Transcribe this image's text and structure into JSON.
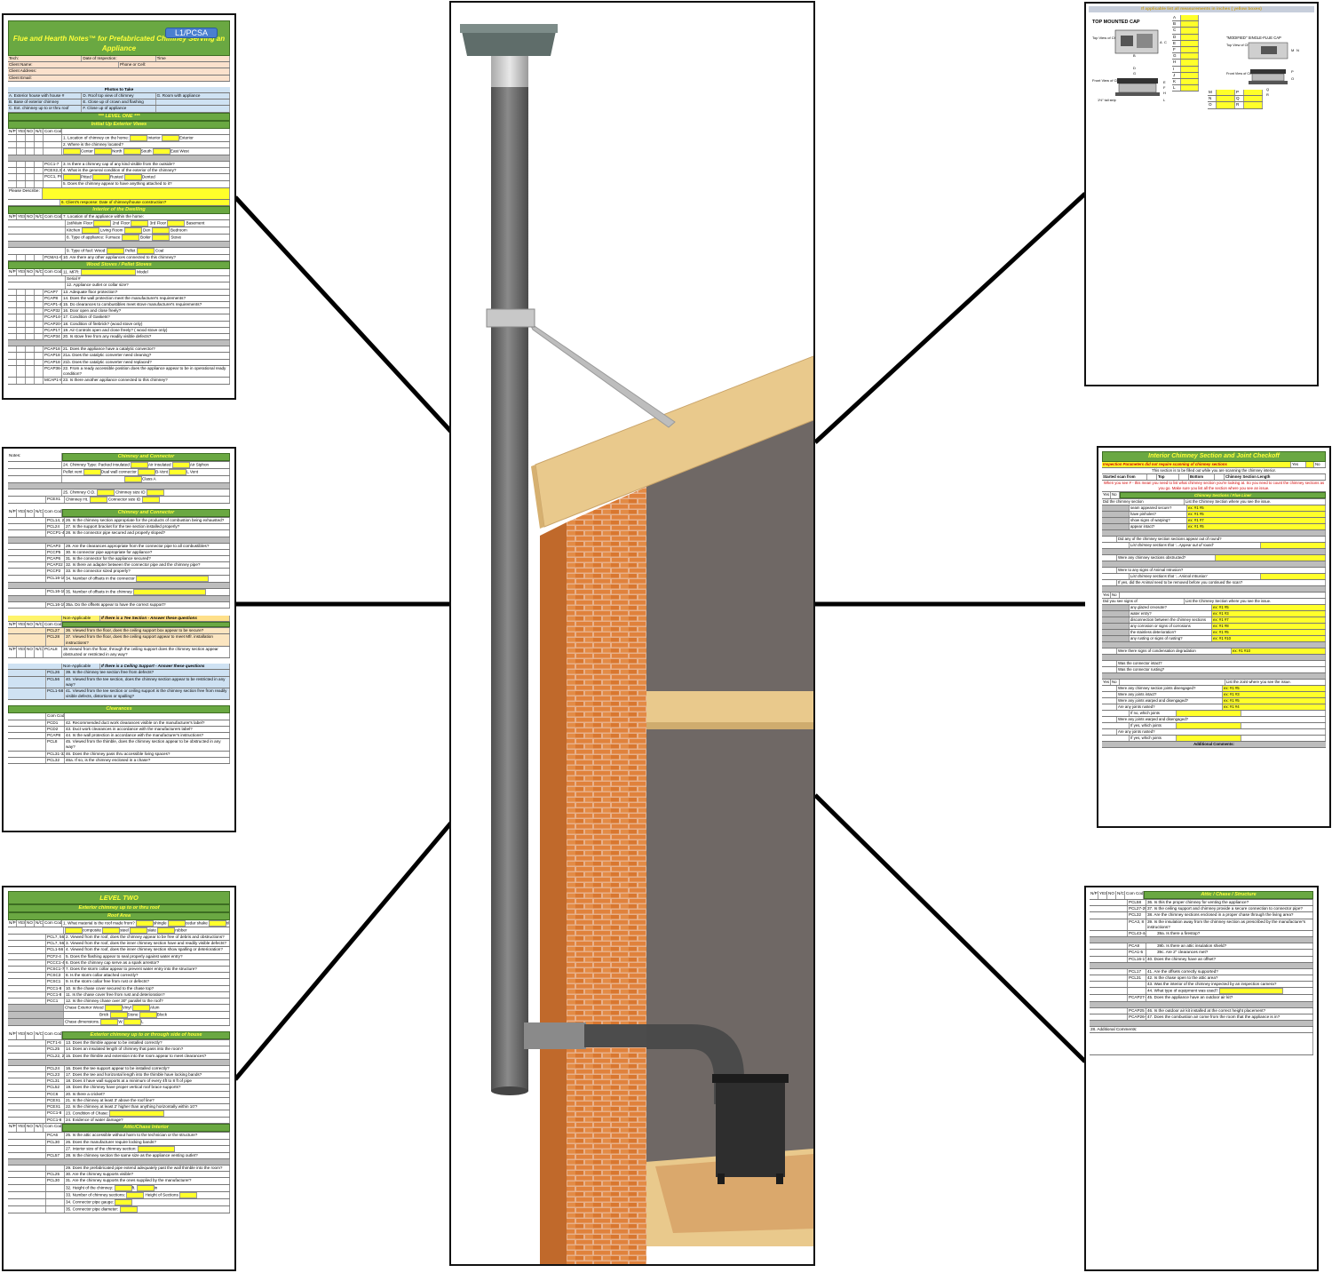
{
  "forms": {
    "l1": {
      "badge": "L1/PCSA",
      "title": "Flue and Hearth Notes™ for Prefabricated Chimney Serving an Appliance",
      "header_fields": [
        "Tech:",
        "Date of Inspection:",
        "Time",
        "Client Name:",
        "Phone or Cell:",
        "Client Address:",
        "Client Email:"
      ],
      "photos_title": "Photos to Take",
      "photos": [
        "A. Exterior house with house #",
        "D. Roof top view of chimney",
        "G. Room with appliance",
        "B. Base of exterior chimney",
        "E. Close up of crown and flashing",
        "C. Ext. chimney up to or thru roof",
        "F. Close up of appliance"
      ],
      "level_label": "*** LEVEL ONE ***",
      "section1": "Initial Up Exterior Views",
      "col_headers": [
        "N/P",
        "YES",
        "NO",
        "N/C",
        "Com Code"
      ],
      "q1": [
        "1. Location of chimney on the home:",
        "Interior",
        "Exterior",
        "2. Where is the chimney located?",
        "Center",
        "North",
        "South",
        "East",
        "West",
        "3. Is there a chimney cap of any kind visible from the outside?",
        "4. What is the general condition of the exterior of the chimney?",
        "Pitted",
        "Rusted",
        "Dented",
        "5. Does the chimney appear to have anything attached to it?",
        "Please Describe:",
        "6. Client's response: Date of chimney/house construction?"
      ],
      "codes1": [
        "PCC1-7",
        "PCEX2,3,",
        "PCC1, PCC15"
      ],
      "section2": "Interior of the Dwelling",
      "q2": [
        "7. Location of the appliance within the home:",
        "1st/Main Floor",
        "2nd Floor",
        "3rd Floor",
        "Basement",
        "Kitchen",
        "Living Room",
        "Den",
        "Bedroom",
        "8. Type of appliance:",
        "Furnace",
        "Boiler",
        "Stove",
        "9. Type of fuel:",
        "Wood",
        "Pellet",
        "Coal",
        "10. Are there any other appliances connected to this chimney?"
      ],
      "codes2": [
        "PCMA1-6"
      ],
      "section3": "Wood Stoves / Pellet Stoves",
      "q3": [
        "11. MFR:",
        "Model",
        "Serial #",
        "12. Appliance outlet or collar size?",
        "13. Adequate floor protection?",
        "14. Does the wall protection meet the manufacturer's requirements?",
        "15. Do clearances to combustibles meet stove manufacturer's requirements?",
        "16. Door open and close freely?",
        "17. Condition of Gaskets?",
        "18. Condition of firebrick? (wood stove only)",
        "19. Air Controls open and close freely? ( wood stove only)",
        "20. Is stove free from any readily visible defects?",
        "21. Does the appliance have a catalytic convector?",
        "21a. Does the catalytic converter need cleaning?",
        "21b. Does the catalytic converter need replaced?",
        "22. From a ready accessible position does the appliance appear to be in operational ready condition?",
        "23. Is there another appliance connected to this chimney?"
      ],
      "codes3": [
        "PCAP7",
        "PCAP8",
        "PCAP1-4",
        "PCAP32",
        "PCAP14-17",
        "PCAP20-21",
        "PCAP17",
        "PCAP34",
        "PCAP18",
        "PCAP18",
        "PCAP18",
        "PCAP36-35",
        "MCAP1-8"
      ]
    },
    "l1b": {
      "notes": "Notes:",
      "section": "Chimney and Connector",
      "q": [
        "24. Chimney Type:",
        "Packed Insulated",
        "Air Insulated",
        "Air Siphon",
        "Pellet vent",
        "Dual wall connector",
        "B-Vent",
        "L Vent",
        "Class A",
        "25. Chimney O.D.",
        "Chimney size ID",
        "Chimney Ht.",
        "Connector size ID",
        "26. Is the chimney section appropriate for the products of combustion being exhausted?",
        "27. Is the support bracket for the tee section installed properly?",
        "28. Is the connector pipe secured and properly sloped?",
        "29. Are the clearances appropriate from the connector pipe to all combustibles?",
        "30. Is connector pipe appropriate for appliance?",
        "31. Is the connector for the appliance secured?",
        "32. Is there an adapter between the connector pipe and the chimney pipe?",
        "33. Is the connector sized properly?",
        "34. Number of offsets in the connector",
        "35. Number of offsets in the chimney",
        "35a. Do the offsets appear to have the correct support?",
        "Non-Applicable",
        "If there is a Tee Section - Answer these questions",
        "36. Viewed from the floor, does the ceiling support box appear to be secure?",
        "37. Viewed from the floor, does the ceiling support appear to meet Mfr. installation instructions?",
        "38.Viewed from the floor, through the ceiling support does the chimney section appear obstructed or restricted in any way?",
        "If there is a Ceiling Support - Answer these questions",
        "39. Is the chimney tee section free from defects?",
        "40. Viewed from the tee section, does the chimney section appear to be restricted in any way?",
        "41. Viewed from the tee section or ceiling support is the chimney section free from readily visible defects, distortions or spalling?",
        "Clearances",
        "42. Recommended duct work clearances visible on the manufacturer's label?",
        "43. Duct work clearances in accordance with the manufacturers label?",
        "44. Is the wall protection in accordance with the manufacturer's instructions?",
        "45. Viewed from the thimble, does the chimney section appear to be obstructed in any way?",
        "46. Does the chimney pass thru accessible living spaces?",
        "46a. If so, is the chimney enclosed in a chase?"
      ],
      "codes": [
        "PCEX1",
        "PCL14, 20",
        "PCL24",
        "PCCP1-4",
        "PCAP3",
        "PCCP5",
        "PCAP6",
        "PCAP22",
        "PCCP2",
        "PCL16-18",
        "PCL16-18",
        "PCL16-19",
        "PCL27",
        "PCL28",
        "PCAL8",
        "PCL26",
        "PCL56",
        "PCL1-58",
        "PCD1",
        "PCD2",
        "PCAP8",
        "PCL8",
        "PCL31-32",
        "PCL32"
      ]
    },
    "l2": {
      "level": "LEVEL TWO",
      "subtitle": "Exterior chimney up to or thru roof",
      "roof": "Roof Area",
      "q": [
        "1. What material is the roof made from?",
        "shingle",
        "cedar shake",
        "tile",
        "composite",
        "steel",
        "slate",
        "rubber",
        "2. Viewed from the roof, does the chimney appear to be free of debris and obstructions?",
        "3. Viewed from the roof, does the inner chimney section have and readily visible defects?",
        "4. Viewed from the roof, does the inner chimney section show spalling or deterioration?",
        "5. Does the flashing appear to seal properly against water entry?",
        "6. Does the chimney cap serve as a spark arrestor?",
        "7. Does the storm collar appear to prevent water entry into the structure?",
        "8. Is the storm collar attached correctly?",
        "9. Is the storm collar free from rust or defects?",
        "10. Is the chase cover secured to the chase top?",
        "11. Is the chase cover free from rust and deterioration?",
        "12. Is the chimney chase over 30\" parallel to the roof?",
        "Chase Exterior",
        "Wood",
        "Vinyl",
        "Alum",
        "Brick",
        "Stone",
        "Block",
        "Chase dimensions.",
        "W",
        "L",
        "Exterior chimney up to or through side of house",
        "13. Does the thimble appear to be installed correctly?",
        "14. Does an insulated length of chimney that pass into the room?",
        "15. Does the thimble and extension into the room appear to meet clearances?",
        "16. Does the tee support appear to be installed correctly?",
        "17. Does the tee and horizontal length into the thimble have locking bands?",
        "18. Does it have wall supports at a minimum of every 4ft to 8 ft of pipe",
        "19. Does the chimney have proper vertical roof brace supports?",
        "20. Is there a cricket?",
        "21. Is the chimney at least 3' above the roof line?",
        "22. Is the chimney at least 2' higher than anything horizontally within 10'?",
        "23. Condition of Chase:",
        "24. Evidence of water damage?",
        "Attic/Chase Interior",
        "25. Is the attic accessible without harm to the technician or the structure?",
        "26. Does the manufacturer require locking bands?",
        "27. Interior size of the chimney section:",
        "28. Is the chimney section the same size as the appliance venting outlet?",
        "29. Does the prefabricated pipe extend adequately past the wall thimble into the room?",
        "30. Are the chimney supports visible?",
        "31. Are the chimney supports the ones supplied by the manufacturer?",
        "32. Height of the chimney:",
        "ft.",
        "in",
        "33. Number of chimney sections:",
        "Height of Sections",
        "34. Connector pipe gauge:",
        "35. Connector pipe diameter:"
      ],
      "codes": [
        "PCL7, 56",
        "PCL7, 56",
        "PCL1-56",
        "PCF2-4",
        "PCCC1-4",
        "PCSC1-7",
        "PCSC3",
        "PCSC1",
        "PCC1-8",
        "PCC1-8",
        "PCC1",
        "PCT1-6",
        "PCL25",
        "PCL22, 26",
        "PCL24",
        "PCL23",
        "PCL31",
        "PCL52",
        "PCC6",
        "PCEX1",
        "PCEX1",
        "PCC1-8",
        "PCC1-8",
        "PCA6",
        "PCL30",
        "PCL57",
        "PCL25",
        "PCL30",
        "PCL28"
      ]
    },
    "cap": {
      "banner": "If applicable list all measurements in inches ( yellow boxes)",
      "top_cap": "TOP MOUNTED CAP",
      "modified": "\"MODIFIED\" SINGLE-FLUE CAP",
      "top_view": "Top View of Chimney",
      "front_view": "Front View of Chimney and Top",
      "tail": "1½\" tail strip",
      "letters": [
        "A",
        "B",
        "C",
        "D",
        "E",
        "F",
        "G",
        "H",
        "I",
        "J",
        "K",
        "L"
      ],
      "letters2": [
        "M",
        "N",
        "O",
        "P",
        "Q",
        "R"
      ],
      "dims": [
        "A",
        "C",
        "B",
        "D",
        "G",
        "E",
        "F",
        "H",
        "L",
        "M",
        "N",
        "P",
        "O",
        "Q",
        "R"
      ]
    },
    "interior": {
      "title": "Interior Chimney Section and Joint Checkoff",
      "yes": "Yes",
      "no": "No",
      "inspection": "Inspection Parameters did not require scanning of chimney sections",
      "fill_note": "This section is to be filled out while you are scanning the chimney interior.",
      "scan": [
        "Started scan from",
        "Top",
        "Bottom",
        "Chimney Section Length"
      ],
      "warning": "When you see # - this mean you need to list what chimney section you're looking at. So you need to count the chimney sections as you go. Make sure you list all the section where you see an issue.",
      "section_bar": "Chimney Sections / Flue Liner",
      "col_yes": "Yes",
      "col_no": "No",
      "did": "Did the chimney section",
      "list_col": "List the Chimney Section where you see the issue.",
      "items1": [
        "seam appeared secure?",
        "have pinholes?",
        "show signs of warping?",
        "appear intact?"
      ],
      "eg1": [
        "ex: #1 #5",
        "ex: #1 #5",
        "ex: #1 #7",
        "ex: #1 #5"
      ],
      "q_out": "Did any of the chimney section sections appear out of round?",
      "list_out": "List chimney sections that '...Appear out of round'",
      "q_obs": "Were any chimney sections obstructed?",
      "q_animal": "Were to any signs of Animal Intrusion?",
      "list_animal": "List chimney sections that '...Animal Intrusion'",
      "animal_removed": "If yes, did the Animal need to be removed before you continued the scan?",
      "did_see": "Did you see signs of",
      "items2": [
        "any glazed creosote?",
        "water entry?",
        "disconnection between the chimney sections",
        "any corrosion or signs of corrosions",
        "the stainless deterioration?",
        "any rusting or signs of rusting?"
      ],
      "eg2": [
        "ex: #1 #5",
        "ex: #1 #3",
        "ex: #1 #7",
        "ex: #1 #8",
        "ex: #1 #5",
        "ex: #1 #10"
      ],
      "q_cond": "Were there signs of condensation degradation",
      "eg_cond": "ex: #1 #10",
      "q_conn1": "Was the connector intact?",
      "q_conn2": "Was the connector rusting?",
      "list_joint": "List the Joint where you see the issue.",
      "joints": [
        "Were any chimney section joints disengaged?",
        "Were any joints intact?",
        "Were any joints warped and disengaged?",
        "Are any joints rusted?",
        "If no, which joints",
        "Were any joints warped and disengaged?",
        "If yes, which joints",
        "Are any joints rusted?",
        "If yes, which joints"
      ],
      "eg_j": [
        "ex: #1 #5",
        "ex: #1 #3",
        "ex: #1 #5",
        "ex: #1 #4"
      ],
      "comments": "Additional Comments:"
    },
    "attic": {
      "col_headers": [
        "N/P",
        "YES",
        "NO",
        "N/C",
        "Com Code"
      ],
      "bar": "Attic / Chase / Structure",
      "q": [
        "36. Is this the proper chimney for venting the appliance?",
        "37. Is the ceiling support and chimney provide a secure connection to connector pipe?",
        "38. Are the chimney sections enclosed in a proper chase through the living area?",
        "39. Is the insulation away from the chimney section as prescribed by the manufacturer's instructions?",
        "39a. Is there a firestop?",
        "39b. Is there an attic insulation shield?",
        "39c. Are 2\" clearances met?",
        "40. Does the chimney have an offset?",
        "41. Are the offsets correctly supported?",
        "42. Is the chase open to the attic area?",
        "43. Was the interior of the chimney inspected by an inspection camera?",
        "44. What type of equipment was used?",
        "45. Does the appliance have an outdoor air kit?",
        "46. Is the outdoor air kit installed at the correct height placement?",
        "47. Does the combustion air come from the room that the appliance is in?",
        "28. Additional Comments:"
      ],
      "codes": [
        "PCL58",
        "PCL27-29",
        "PCL32",
        "PCA3, 8",
        "PCL43-44",
        "PCA8",
        "PCA1-5",
        "PCL16-17",
        "PCL17",
        "PCL31",
        "PCAP27-28",
        "PCAP25",
        "PCAP26-29"
      ]
    }
  },
  "colors": {
    "green": "#6aa842",
    "yellow_text": "#ffff3a",
    "yellow_box": "#ffff2a",
    "brick": "#e08a3e",
    "wall": "#6f6865",
    "wood": "#e9c98c",
    "pipe": "#6e6e6e"
  }
}
